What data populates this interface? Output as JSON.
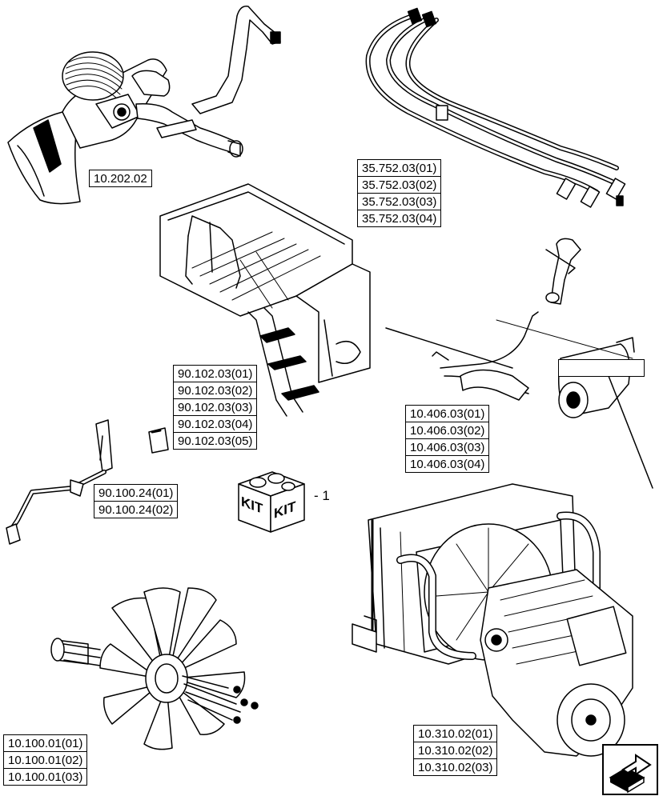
{
  "groups": {
    "air_intake": [
      "10.202.02"
    ],
    "hydraulic_lines": [
      "35.752.03(01)",
      "35.752.03(02)",
      "35.752.03(03)",
      "35.752.03(04)"
    ],
    "platform_steps": [
      "90.102.03(01)",
      "90.102.03(02)",
      "90.102.03(03)",
      "90.102.03(04)",
      "90.102.03(05)"
    ],
    "exhaust": [
      "10.406.03(01)",
      "10.406.03(02)",
      "10.406.03(03)",
      "10.406.03(04)"
    ],
    "bracket": [
      "90.100.24(01)",
      "90.100.24(02)"
    ],
    "fan": [
      "10.100.01(01)",
      "10.100.01(02)",
      "10.100.01(03)"
    ],
    "engine_radiator": [
      "10.310.02(01)",
      "10.310.02(02)",
      "10.310.02(03)"
    ]
  },
  "kit": {
    "label_left": "KIT",
    "label_right": "KIT",
    "quantity": "- 1"
  },
  "nav": {
    "icon": "next-page-arrow-icon"
  }
}
